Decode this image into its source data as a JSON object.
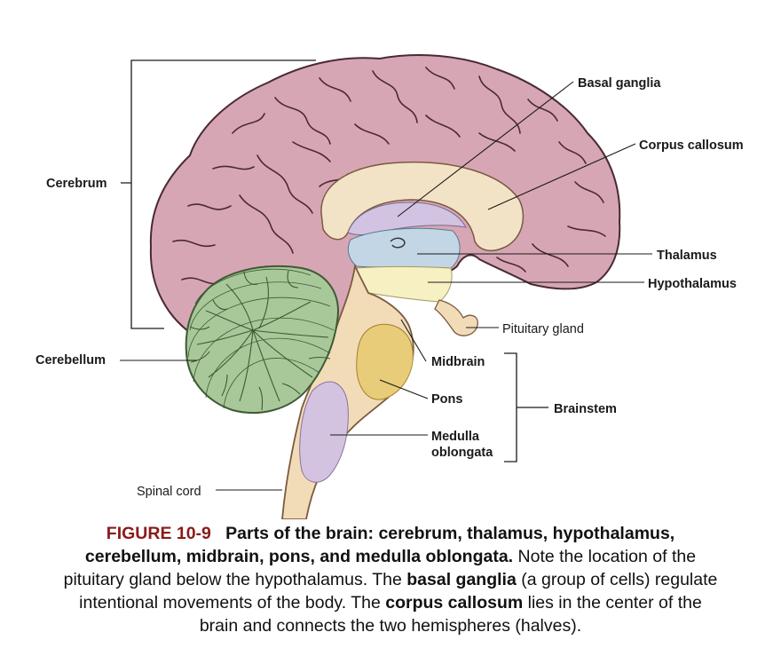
{
  "labels": {
    "cerebrum": "Cerebrum",
    "cerebellum": "Cerebellum",
    "basal_ganglia": "Basal ganglia",
    "corpus_callosum": "Corpus callosum",
    "thalamus": "Thalamus",
    "hypothalamus": "Hypothalamus",
    "pituitary_gland": "Pituitary gland",
    "midbrain": "Midbrain",
    "pons": "Pons",
    "medulla_line1": "Medulla",
    "medulla_line2": "oblongata",
    "brainstem": "Brainstem",
    "spinal_cord": "Spinal cord"
  },
  "caption": {
    "figure_number": "FIGURE 10-9",
    "title": "Parts of the brain: cerebrum, thalamus, hypothalamus, cerebellum, midbrain, pons, and medulla oblongata.",
    "text1": " Note the location of the pituitary gland below the hypothalamus. The ",
    "term1": "basal ganglia",
    "text2": " (a group of cells) regulate intentional movements of the body. The ",
    "term2": "corpus callosum",
    "text3": " lies in the center of the brain and connects the two hemispheres (halves)."
  },
  "colors": {
    "cerebrum": "#d7a6b4",
    "cerebrum_outline": "#4a2a34",
    "corpus_callosum": "#f3e3c6",
    "basal_ganglia": "#d3c3e2",
    "thalamus": "#c2d6e6",
    "hypothalamus": "#f6f0c2",
    "brainstem": "#f2dcb8",
    "pons": "#e8cc7a",
    "medulla": "#d4c3e0",
    "cerebellum": "#a8c89a",
    "caption_accent": "#8b1a1a"
  }
}
